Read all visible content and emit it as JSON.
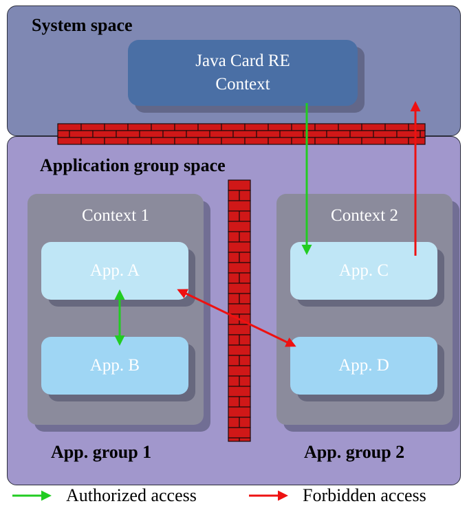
{
  "system_space": {
    "title": "System space"
  },
  "jre": {
    "line1": "Java Card RE",
    "line2": "Context"
  },
  "application_space": {
    "title": "Application group space"
  },
  "contexts": [
    {
      "title": "Context 1",
      "apps": [
        "App. A",
        "App. B"
      ]
    },
    {
      "title": "Context 2",
      "apps": [
        "App. C",
        "App. D"
      ]
    }
  ],
  "groups": [
    "App. group 1",
    "App. group 2"
  ],
  "legend": {
    "authorized": "Authorized access",
    "forbidden": "Forbidden access"
  },
  "colors": {
    "authorized": "#22cc22",
    "forbidden": "#ee1111",
    "firewall": "#d01818",
    "mortar": "#1a0a0a"
  }
}
